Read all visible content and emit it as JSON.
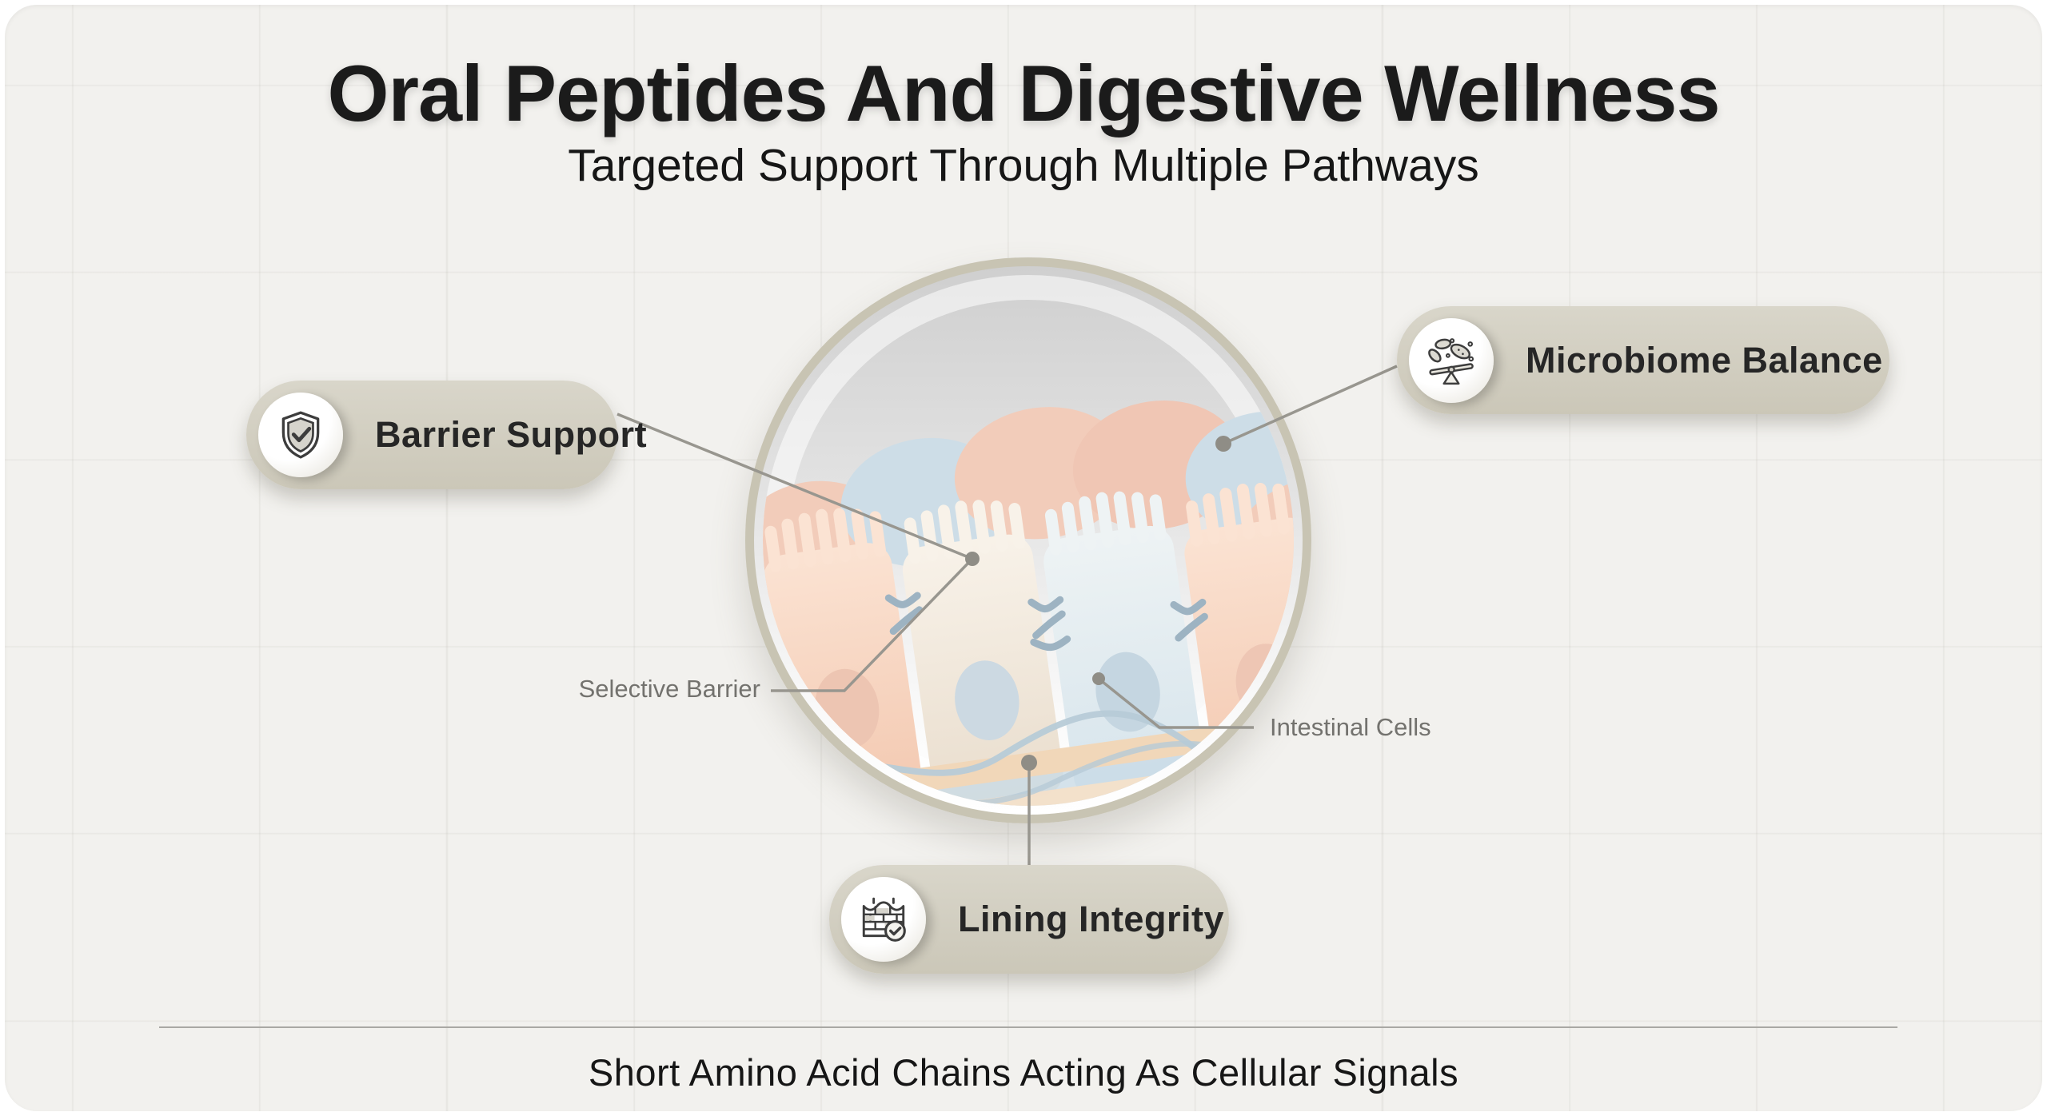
{
  "header": {
    "title": "Oral Peptides And Digestive Wellness",
    "subtitle": "Targeted Support Through Multiple Pathways"
  },
  "pills": [
    {
      "id": "barrier-support",
      "label": "Barrier Support",
      "icon": "shield-check-icon"
    },
    {
      "id": "microbiome-balance",
      "label": "Microbiome Balance",
      "icon": "microbes-balance-icon"
    },
    {
      "id": "lining-integrity",
      "label": "Lining Integrity",
      "icon": "brick-wall-check-icon"
    }
  ],
  "annotations": {
    "selective_barrier": "Selective Barrier",
    "intestinal_cells": "Intestinal Cells"
  },
  "footer": {
    "caption": "Short Amino Acid Chains Acting As Cellular Signals"
  },
  "colors": {
    "canvas_background": "#f2f1ee",
    "pill_fill": "#cfccbe",
    "pill_text": "#262626",
    "circle_ring": "#c8c4b3",
    "connector_line": "#98968f",
    "annotation_text": "#73726e",
    "title_text": "#1b1b1b",
    "illustration": {
      "cell_peach": "#f6d2bd",
      "cell_cream": "#f3ece1",
      "cell_blue": "#dde8ee",
      "nucleus_peach": "#edc5b2",
      "nucleus_blue": "#c8d8e2",
      "membrane_cream": "#f1d7b9",
      "vessel_blue": "#b7cbd7",
      "inner_background_top": "#cfcfcf"
    }
  }
}
